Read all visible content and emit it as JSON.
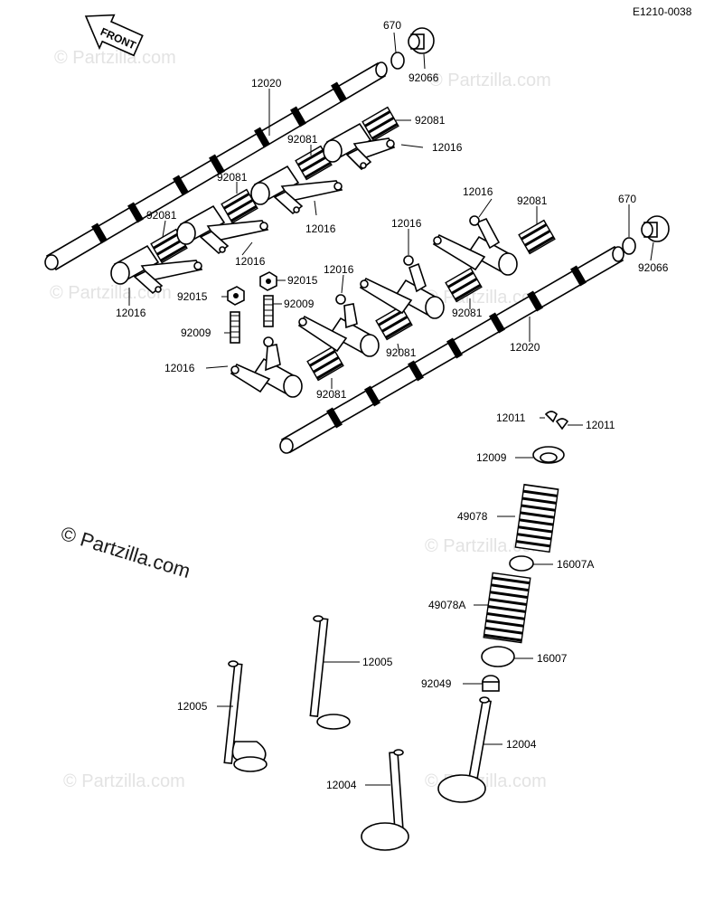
{
  "diagram": {
    "code": "E1210-0038",
    "front_label": "FRONT",
    "copyright": "© Partzilla.com",
    "watermark": "© Partzilla.com",
    "labels": {
      "p670a": "670",
      "p92066a": "92066",
      "p12020a": "12020",
      "p92081a": "92081",
      "p92081b": "92081",
      "p12016a": "12016",
      "p92081c": "92081",
      "p92081d": "92081",
      "p12016b": "12016",
      "p12016c": "12016",
      "p92015a": "92015",
      "p92015b": "92015",
      "p92009a": "92009",
      "p92009b": "92009",
      "p12016d": "12016",
      "p12016e": "12016",
      "p12016f": "12016",
      "p12016g": "12016",
      "p12016h": "12016",
      "p92081e": "92081",
      "p670b": "670",
      "p92066b": "92066",
      "p92081f": "92081",
      "p92081g": "92081",
      "p92081h": "92081",
      "p12020b": "12020",
      "p12011a": "12011",
      "p12011b": "12011",
      "p12009": "12009",
      "p49078": "49078",
      "p16007A": "16007A",
      "p49078A": "49078A",
      "p16007": "16007",
      "p92049": "92049",
      "p12005a": "12005",
      "p12005b": "12005",
      "p12004a": "12004",
      "p12004b": "12004"
    }
  }
}
